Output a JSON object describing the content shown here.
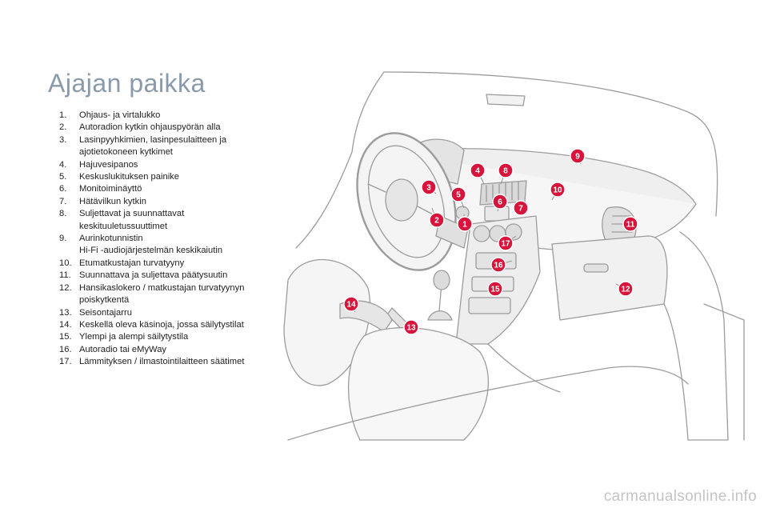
{
  "page": {
    "title": "Ajajan paikka",
    "watermark": "carmanualsonline.info"
  },
  "colors": {
    "title": "#8a9aab",
    "badge": "#d7143c",
    "line": "#9a9a9a"
  },
  "items": [
    {
      "num": "1.",
      "text": "Ohjaus- ja virtalukko"
    },
    {
      "num": "2.",
      "text": "Autoradion kytkin ohjauspyörän alla"
    },
    {
      "num": "3.",
      "text": "Lasinpyyhkimien, lasinpesulaitteen ja\najotietokoneen kytkimet"
    },
    {
      "num": "4.",
      "text": "Hajuvesipanos"
    },
    {
      "num": "5.",
      "text": "Keskuslukituksen painike"
    },
    {
      "num": "6.",
      "text": "Monitoiminäyttö"
    },
    {
      "num": "7.",
      "text": "Hätävilkun kytkin"
    },
    {
      "num": "8.",
      "text": "Suljettavat ja suunnattavat\nkeskituuletussuuttimet"
    },
    {
      "num": "9.",
      "text": "Aurinkotunnistin\nHi-Fi -audiojärjestelmän keskikaiutin"
    },
    {
      "num": "10.",
      "text": "Etumatkustajan turvatyyny"
    },
    {
      "num": "11.",
      "text": "Suunnattava ja suljettava päätysuutin"
    },
    {
      "num": "12.",
      "text": "Hansikaslokero / matkustajan turvatyynyn\npoiskytkentä"
    },
    {
      "num": "13.",
      "text": "Seisontajarru"
    },
    {
      "num": "14.",
      "text": "Keskellä oleva käsinoja, jossa säilytystilat"
    },
    {
      "num": "15.",
      "text": "Ylempi ja alempi säilytystila"
    },
    {
      "num": "16.",
      "text": "Autoradio tai eMyWay"
    },
    {
      "num": "17.",
      "text": "Lämmityksen / ilmastointilaitteen säätimet"
    }
  ],
  "callouts": [
    "1",
    "2",
    "3",
    "4",
    "5",
    "6",
    "7",
    "8",
    "9",
    "10",
    "11",
    "12",
    "13",
    "14",
    "15",
    "16",
    "17"
  ]
}
